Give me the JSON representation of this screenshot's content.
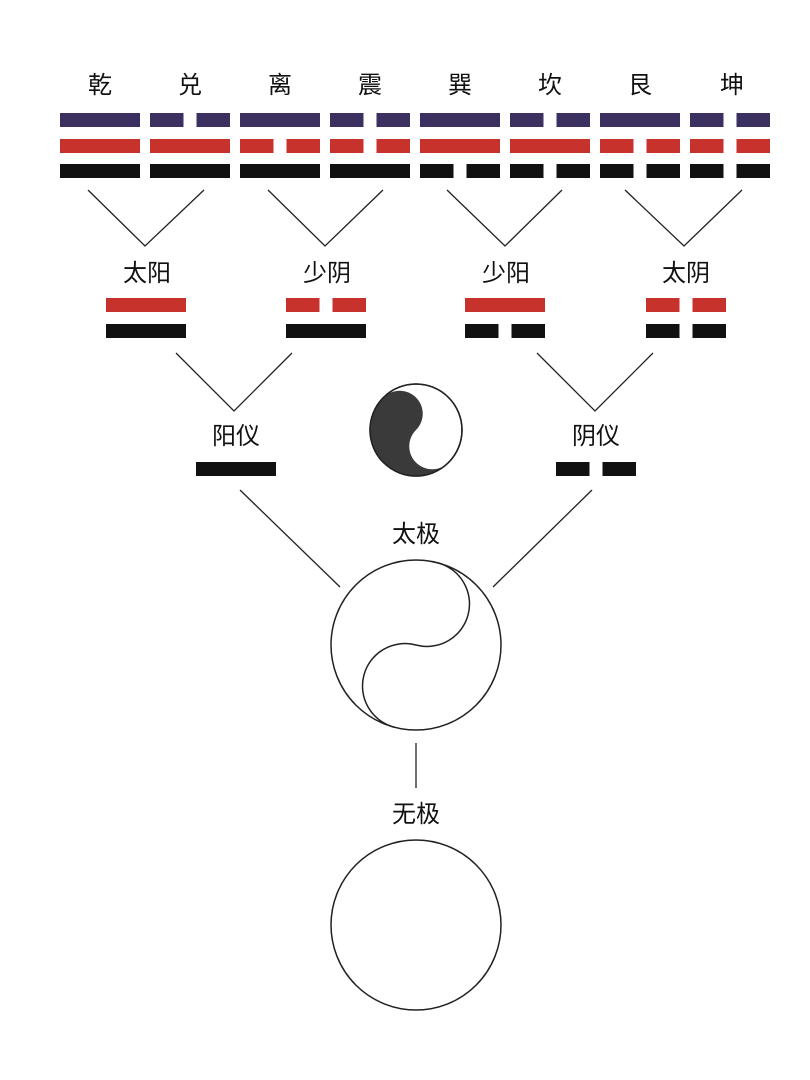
{
  "colors": {
    "top_line": "#3b3060",
    "middle_line": "#c8322d",
    "bottom_line": "#111111",
    "stroke": "#222222",
    "yin_fill": "#3a3a3a",
    "yang_fill": "#ffffff"
  },
  "trigrams": [
    {
      "label": "乾",
      "lines": [
        "yang",
        "yang",
        "yang"
      ]
    },
    {
      "label": "兑",
      "lines": [
        "yin",
        "yang",
        "yang"
      ]
    },
    {
      "label": "离",
      "lines": [
        "yang",
        "yin",
        "yang"
      ]
    },
    {
      "label": "震",
      "lines": [
        "yin",
        "yin",
        "yang"
      ]
    },
    {
      "label": "巽",
      "lines": [
        "yang",
        "yang",
        "yin"
      ]
    },
    {
      "label": "坎",
      "lines": [
        "yin",
        "yang",
        "yin"
      ]
    },
    {
      "label": "艮",
      "lines": [
        "yang",
        "yin",
        "yin"
      ]
    },
    {
      "label": "坤",
      "lines": [
        "yin",
        "yin",
        "yin"
      ]
    }
  ],
  "four_images": [
    {
      "label": "太阳",
      "lines": [
        "yang",
        "yang"
      ]
    },
    {
      "label": "少阴",
      "lines": [
        "yin",
        "yang"
      ]
    },
    {
      "label": "少阳",
      "lines": [
        "yang",
        "yin"
      ]
    },
    {
      "label": "太阴",
      "lines": [
        "yin",
        "yin"
      ]
    }
  ],
  "two_modes": [
    {
      "label": "阳仪",
      "line": "yang"
    },
    {
      "label": "阴仪",
      "line": "yin"
    }
  ],
  "taiji": {
    "label": "太极"
  },
  "wuji": {
    "label": "无极"
  },
  "symbols": {
    "yin_yang": "yin-yang-icon",
    "taiji": "taiji-circle-icon",
    "wuji": "empty-circle-icon"
  }
}
